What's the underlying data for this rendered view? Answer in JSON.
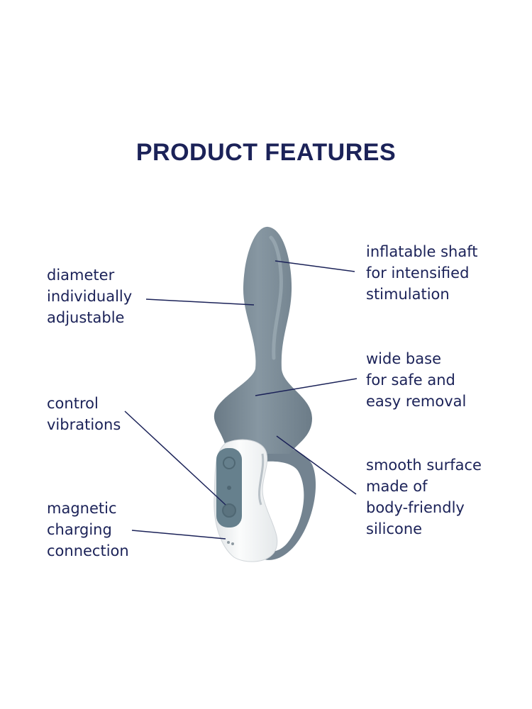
{
  "heading": "PRODUCT FEATURES",
  "features": {
    "diameter": [
      "diameter",
      "individually",
      "adjustable"
    ],
    "control": [
      "control",
      "vibrations"
    ],
    "magnetic": [
      "magnetic",
      "charging",
      "connection"
    ],
    "inflatable": [
      "inflatable shaft",
      "for intensified",
      "stimulation"
    ],
    "base": [
      "wide base",
      "for safe and",
      "easy removal"
    ],
    "surface": [
      "smooth surface",
      "made of",
      "body-friendly",
      "silicone"
    ]
  },
  "colors": {
    "text": "#1b2258",
    "body": "#7b8b97",
    "handle": "#f3f5f6",
    "button": "#66808d"
  }
}
